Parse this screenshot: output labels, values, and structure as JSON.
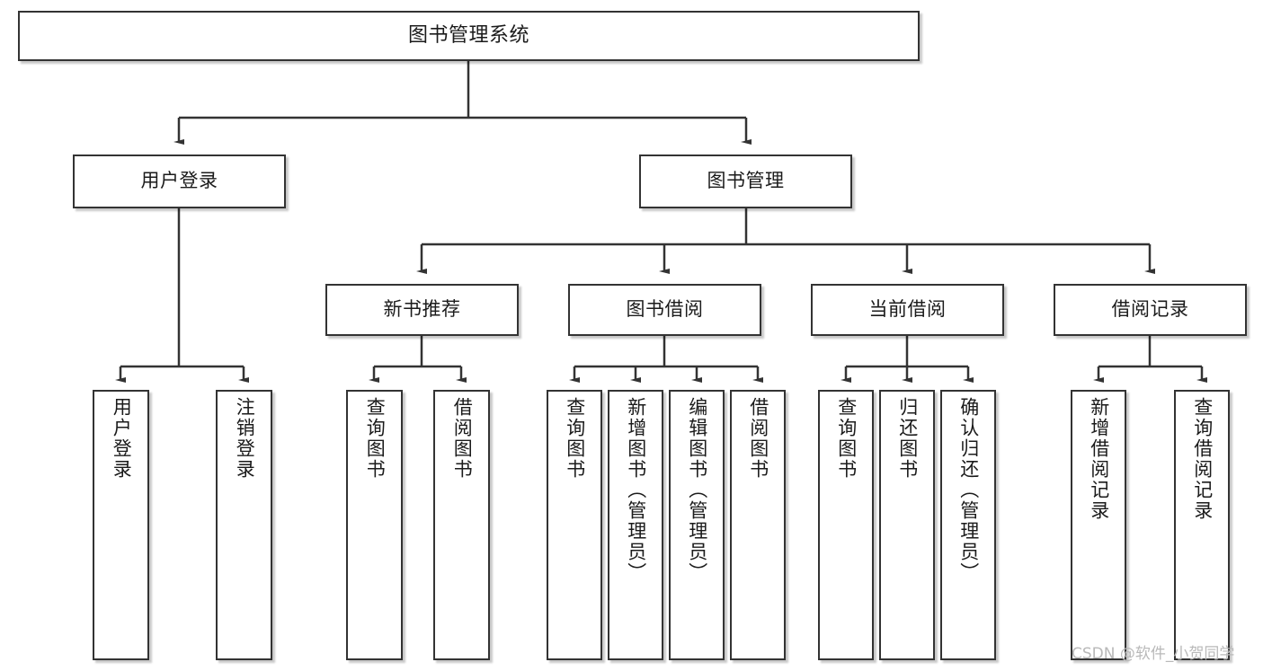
{
  "diagram": {
    "title": "图书管理系统",
    "type": "tree-hierarchy",
    "root": {
      "label": "图书管理系统"
    },
    "level2": [
      {
        "label": "用户登录"
      },
      {
        "label": "图书管理"
      }
    ],
    "level3": [
      {
        "label": "新书推荐"
      },
      {
        "label": "图书借阅"
      },
      {
        "label": "当前借阅"
      },
      {
        "label": "借阅记录"
      }
    ],
    "leaves": {
      "user_login": [
        {
          "label": "用户登录"
        },
        {
          "label": "注销登录"
        }
      ],
      "new_book_recommend": [
        {
          "label": "查询图书"
        },
        {
          "label": "借阅图书"
        }
      ],
      "book_borrow": [
        {
          "label": "查询图书"
        },
        {
          "label": "新增图书（管理员）"
        },
        {
          "label": "编辑图书（管理员）"
        },
        {
          "label": "借阅图书"
        }
      ],
      "current_borrow": [
        {
          "label": "查询图书"
        },
        {
          "label": "归还图书"
        },
        {
          "label": "确认归还（管理员）"
        }
      ],
      "borrow_record": [
        {
          "label": "新增借阅记录"
        },
        {
          "label": "查询借阅记录"
        }
      ]
    }
  },
  "watermark": {
    "text": "CSDN @软件_小贺同学"
  },
  "colors": {
    "border": "#333333",
    "background": "#ffffff",
    "text": "#1b1b1b",
    "watermark": "#b9b9b9"
  }
}
